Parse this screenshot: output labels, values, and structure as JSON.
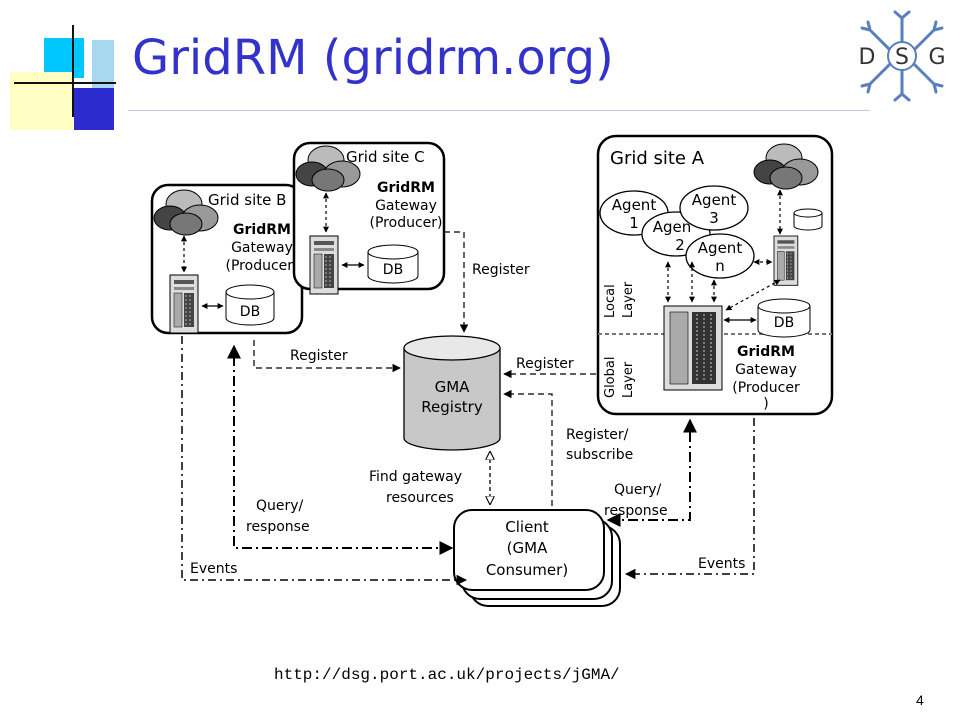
{
  "slide": {
    "title": "GridRM (gridrm.org)",
    "url": "http://dsg.port.ac.uk/projects/jGMA/",
    "page_number": "4"
  },
  "logo": {
    "letters": [
      "D",
      "S",
      "G"
    ]
  },
  "diagram": {
    "site_b": {
      "title": "Grid site B",
      "gateway_line1": "GridRM",
      "gateway_line2": "Gateway",
      "gateway_line3": "(Producer)",
      "db": "DB"
    },
    "site_c": {
      "title": "Grid site C",
      "gateway_line1": "GridRM",
      "gateway_line2": "Gateway",
      "gateway_line3": "(Producer)",
      "db": "DB"
    },
    "site_a": {
      "title": "Grid site A",
      "agent1": [
        "Agent",
        "1"
      ],
      "agent2": [
        "Agen",
        "2"
      ],
      "agent3": [
        "Agent",
        "3"
      ],
      "agentn": [
        "Agent",
        "n"
      ],
      "local_layer": [
        "Local",
        "Layer"
      ],
      "global_layer": [
        "Global",
        "Layer"
      ],
      "gateway_line1": "GridRM",
      "gateway_line2": "Gateway",
      "gateway_line3": "(Producer",
      "gateway_line4": ")",
      "db": "DB"
    },
    "registry": {
      "line1": "GMA",
      "line2": "Registry"
    },
    "client": {
      "line1": "Client",
      "line2": "(GMA",
      "line3": "Consumer)"
    },
    "labels": {
      "register_c": "Register",
      "register_b": "Register",
      "register_a": "Register",
      "register_subscribe": [
        "Register/",
        "subscribe"
      ],
      "find_gateway": [
        "Find gateway",
        "resources"
      ],
      "query_left": [
        "Query/",
        "response"
      ],
      "query_right": [
        "Query/",
        "response"
      ],
      "events_left": "Events",
      "events_right": "Events"
    }
  }
}
